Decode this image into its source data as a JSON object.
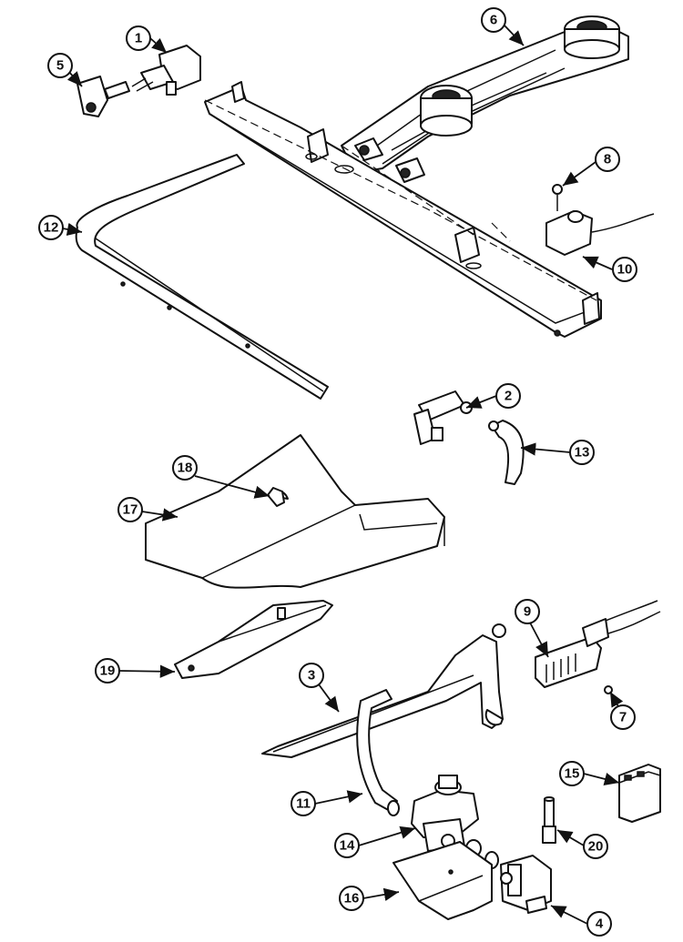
{
  "callouts": {
    "c1": "1",
    "c2": "2",
    "c3": "3",
    "c4": "4",
    "c5": "5",
    "c6": "6",
    "c7": "7",
    "c8": "8",
    "c9": "9",
    "c10": "10",
    "c11": "11",
    "c12": "12",
    "c13": "13",
    "c14": "14",
    "c15": "15",
    "c16": "16",
    "c17": "17",
    "c18": "18",
    "c19": "19",
    "c20": "20"
  },
  "colors": {
    "ink": "#111111",
    "paper": "#ffffff"
  }
}
